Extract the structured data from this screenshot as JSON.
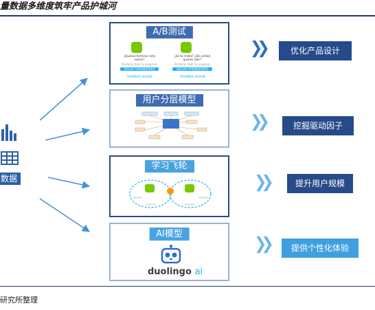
{
  "title": "量数据多维度筑牢产品护城河",
  "source": "研究所整理",
  "left_label": "数据",
  "panels": [
    {
      "label": "A/B测试",
      "result": "优化产品设计",
      "mock_questions": [
        "¿Quieres terminar esta sesión?",
        "¿Se te rindes? ¿De verdad quieres salir?"
      ],
      "mock_sub": [
        "Perderás todo tu progreso",
        "Perderás todo tu progreso"
      ],
      "mock_button": [
        "SEGUIR APRENDIENDO",
        "SEGUIR APRENDIENDO"
      ],
      "mock_link": [
        "TERMINAR SESIÓN",
        "TERMINAR SESIÓN"
      ]
    },
    {
      "label": "用户分层模型",
      "result": "挖掘驱动因子"
    },
    {
      "label": "学习飞轮",
      "result": "提升用户规模"
    },
    {
      "label": "AI模型",
      "result": "提供个性化体验",
      "brand": "duolingo",
      "brand_suffix": "ai"
    }
  ],
  "colors": {
    "navy": "#1f3864",
    "tag_dark": "#3f6cb0",
    "tag_light": "#4aa3df",
    "result_dark": "#264a8a",
    "result_light": "#3fa0e0",
    "owl_green": "#78c800",
    "arrow": "#4a90d9"
  }
}
